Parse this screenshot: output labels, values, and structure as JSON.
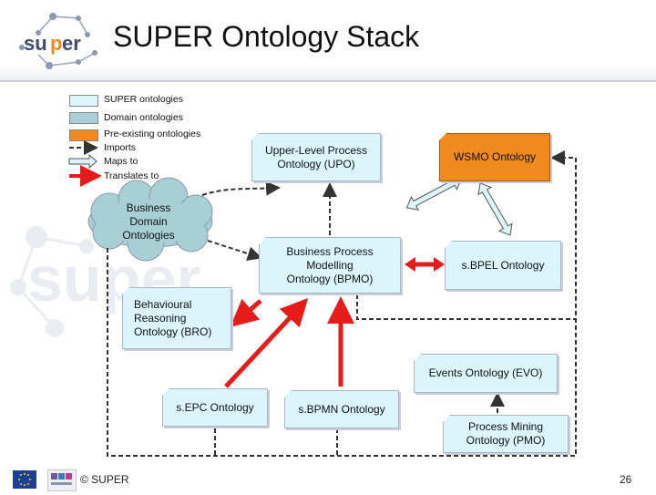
{
  "header": {
    "title": "SUPER Ontology Stack",
    "logo_text": "super"
  },
  "legend": {
    "super_ontologies": "SUPER ontologies",
    "domain_ontologies": "Domain ontologies",
    "pre_existing": "Pre-existing ontologies",
    "imports": "Imports",
    "maps_to": "Maps to",
    "translates_to": "Translates to"
  },
  "nodes": {
    "upo": "Upper-Level Process\nOntology (UPO)",
    "wsmo": "WSMO Ontology",
    "business_domain": "Business\nDomain\nOntologies",
    "bpmo": "Business Process\nModelling\nOntology (BPMO)",
    "sbpel": "s.BPEL Ontology",
    "bro": "Behavioural\nReasoning\nOntology (BRO)",
    "evo": "Events Ontology (EVO)",
    "sepc": "s.EPC Ontology",
    "sbpmn": "s.BPMN Ontology",
    "pmo": "Process Mining\nOntology (PMO)"
  },
  "footer": {
    "copyright": "© SUPER",
    "page_number": "26"
  },
  "colors": {
    "super_fill": "#dcf5fb",
    "domain_fill": "#a9cfd6",
    "pre_existing_fill": "#f08a1e",
    "translate_arrow": "#e81b1b",
    "import_arrow": "#333333",
    "maps_arrow": "#dcf5fb"
  }
}
